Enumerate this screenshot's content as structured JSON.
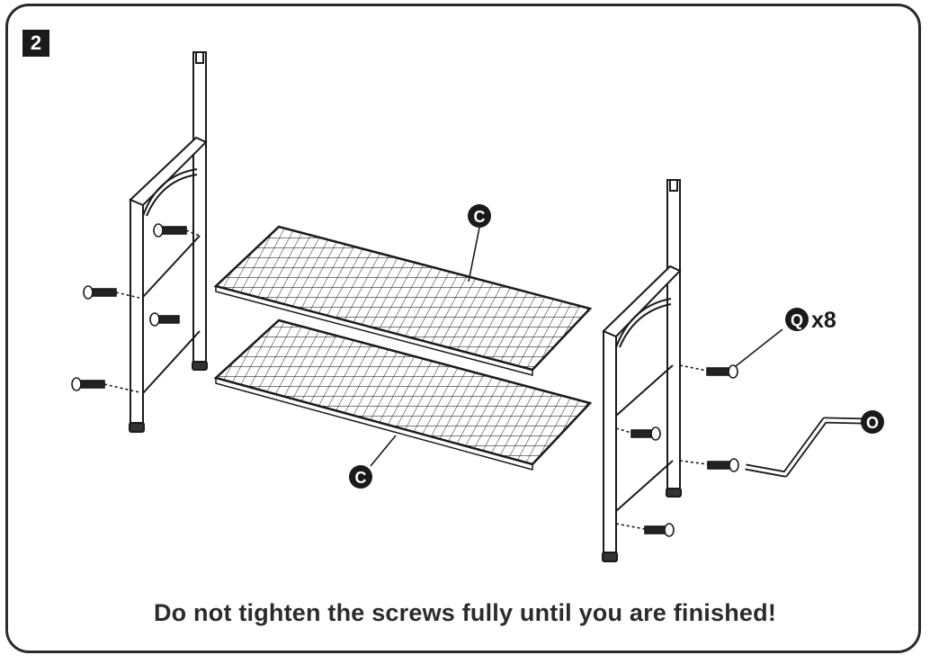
{
  "step": {
    "number": "2"
  },
  "labels": {
    "shelf_top": "C",
    "shelf_bottom": "C",
    "screw_part": "Q",
    "screw_qty": "x8",
    "wrench_part": "O"
  },
  "footer": {
    "warning": "Do not tighten the screws fully until you are finished!"
  },
  "colors": {
    "line": "#1a1a1a",
    "frame": "#2a2a2a",
    "badge": "#1a1a1a"
  }
}
